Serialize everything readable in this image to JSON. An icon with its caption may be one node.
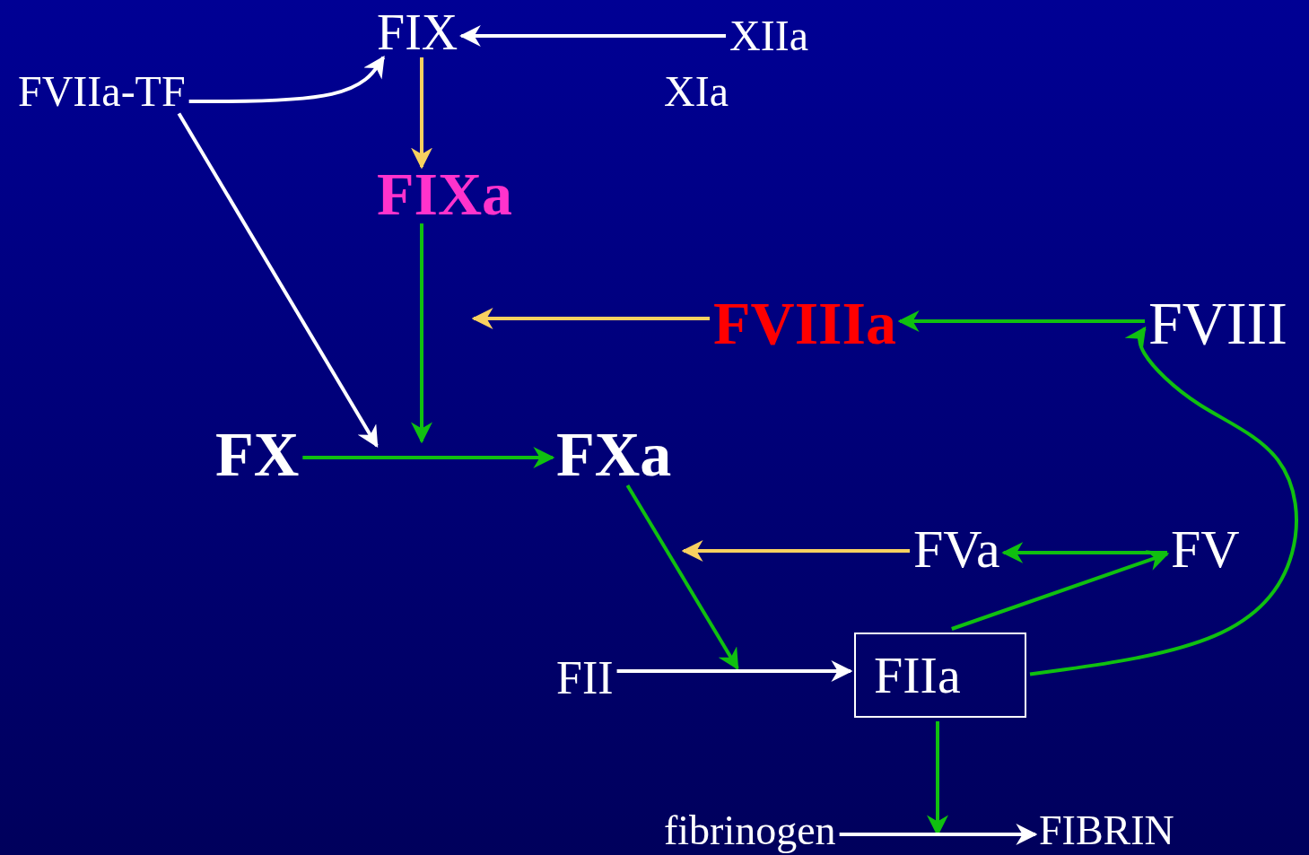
{
  "diagram": {
    "nodes": [
      {
        "text": [
          "FIX"
        ]
      },
      {
        "text": [
          "XIIa"
        ]
      },
      {
        "text": [
          "FVIIa-TF"
        ]
      },
      {
        "text": [
          "XIa"
        ]
      },
      {
        "text": [
          "FIXa"
        ]
      },
      {
        "text": [
          "FVIIIa"
        ]
      },
      {
        "text": [
          "FVIII"
        ]
      },
      {
        "text": [
          "FX"
        ]
      },
      {
        "text": [
          "FXa"
        ]
      },
      {
        "text": [
          "FVa"
        ]
      },
      {
        "text": [
          "FV"
        ]
      },
      {
        "text": [
          "FII"
        ]
      },
      {
        "text": [
          "FIIa"
        ]
      },
      {
        "text": [
          "fibrinogen"
        ]
      },
      {
        "text": [
          "FIBRIN"
        ]
      }
    ],
    "edges": [
      {
        "from": 1,
        "to": 0,
        "arrow": "to",
        "color": "#ffffff"
      },
      {
        "from": 2,
        "to": 0,
        "arrow": "to",
        "color": "#ffffff"
      },
      {
        "from": 0,
        "to": 4,
        "arrow": "to",
        "color": "#f8d060"
      },
      {
        "from": 4,
        "to": null,
        "arrow": "to"
      },
      {
        "from": 2,
        "to": null,
        "arrow": "to",
        "color": "#ffffff"
      },
      {
        "from": 5,
        "to": null,
        "arrow": "to",
        "color": "#f8d060"
      },
      {
        "from": 6,
        "to": 5,
        "arrow": "to"
      },
      {
        "from": 7,
        "to": 8,
        "arrow": "to"
      },
      {
        "from": 8,
        "to": null,
        "arrow": "to"
      },
      {
        "from": 9,
        "to": null,
        "arrow": "to",
        "color": "#f8d060"
      },
      {
        "from": 10,
        "to": 9,
        "arrow": "to"
      },
      {
        "from": 12,
        "to": 10,
        "arrow": "to"
      },
      {
        "from": 12,
        "to": 6,
        "arrow": "to"
      },
      {
        "from": 11,
        "to": 12,
        "arrow": "to",
        "color": "#ffffff"
      },
      {
        "from": 12,
        "to": null,
        "arrow": "to"
      },
      {
        "from": 13,
        "to": 14,
        "arrow": "to",
        "color": "#ffffff"
      }
    ]
  }
}
